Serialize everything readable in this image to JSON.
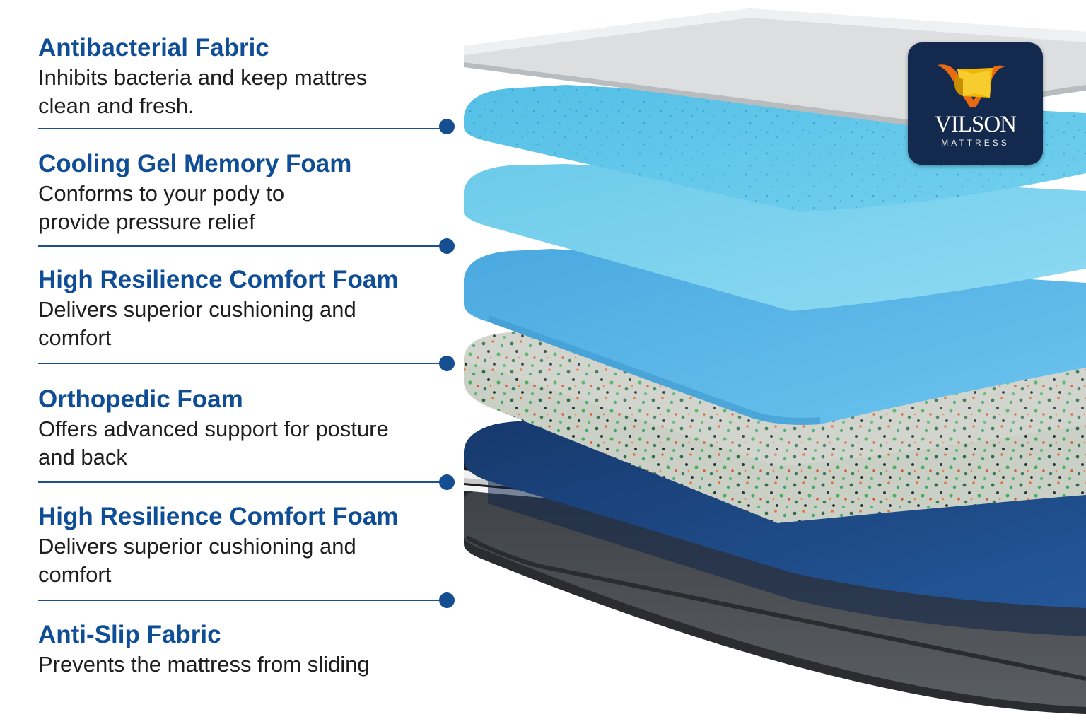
{
  "brand": {
    "name": "VILSON",
    "subtitle": "MATTRESS",
    "colors": {
      "badge": "#14294e",
      "gold": "#f2b705",
      "orange": "#e86a12"
    }
  },
  "layers": [
    {
      "title": "Antibacterial Fabric",
      "description": "Inhibits bacteria and keep mattres\nclean and fresh."
    },
    {
      "title": "Cooling Gel Memory Foam",
      "description": "Conforms to your pody to\nprovide pressure relief"
    },
    {
      "title": "High Resilience Comfort Foam",
      "description": "Delivers superior cushioning and\ncomfort"
    },
    {
      "title": "Orthopedic Foam",
      "description": "Offers advanced support for posture\nand back"
    },
    {
      "title": "High Resilience Comfort Foam",
      "description": "Delivers superior cushioning and\ncomfort"
    },
    {
      "title": "Anti-Slip Fabric",
      "description": "Prevents the mattress from sliding"
    }
  ],
  "colors": {
    "heading": "#0f4e96",
    "connector": "#1b4f8f",
    "fabric_top": "#d8dadc",
    "gel_foam": "#5fc2e6",
    "comfort_foam_1": "#70cdea",
    "comfort_foam_2": "#4eafe3",
    "orthopedic": "#c9cfc4",
    "base_foam": "#1d4d8a",
    "anti_slip": "#4a4d52"
  }
}
